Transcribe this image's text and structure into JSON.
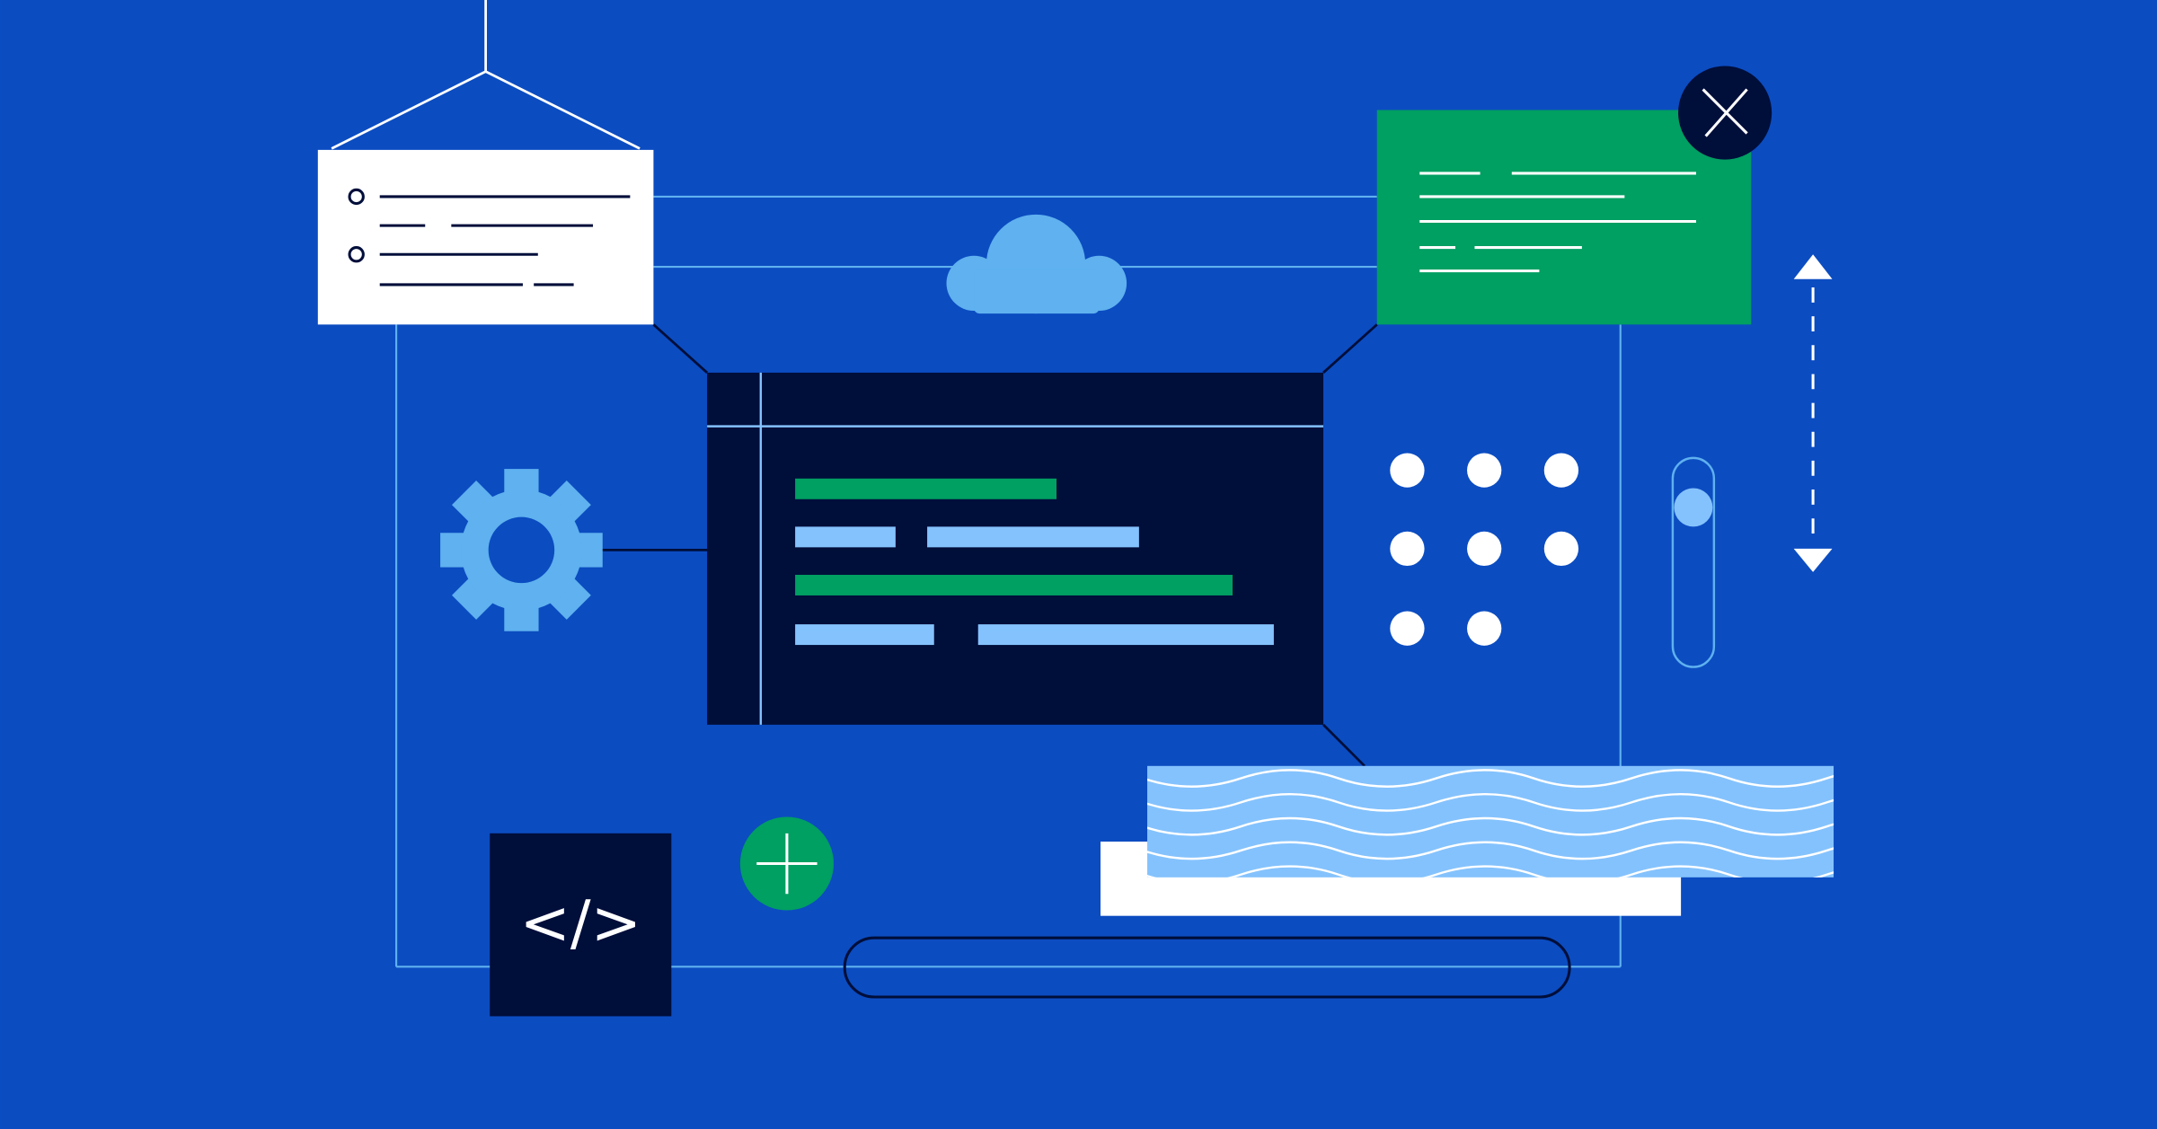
{
  "colors": {
    "background": "#0b4cc1",
    "navy": "#000e3a",
    "green": "#009f62",
    "light_blue": "#5fb1ef",
    "pale_blue": "#84c2fd",
    "white": "#ffffff"
  },
  "illustration": {
    "list_card": {
      "items": 2,
      "icon": "radio-circle-icon"
    },
    "message_card": {
      "close_icon": "close-x-icon",
      "lines": 5
    },
    "cloud": {
      "icon": "cloud-icon"
    },
    "code_window": {
      "lines": 4
    },
    "settings": {
      "icon": "gear-icon"
    },
    "dot_grid": {
      "count": 8
    },
    "slider": {
      "icon": "vertical-slider-icon"
    },
    "resize_arrow": {
      "icon": "vertical-double-arrow-icon"
    },
    "code_tile": {
      "label": "</>",
      "icon": "code-tag-icon"
    },
    "add_button": {
      "icon": "plus-icon"
    },
    "search_bar": {
      "placeholder": ""
    },
    "wave_panel": {
      "pattern": "wave-pattern"
    }
  }
}
